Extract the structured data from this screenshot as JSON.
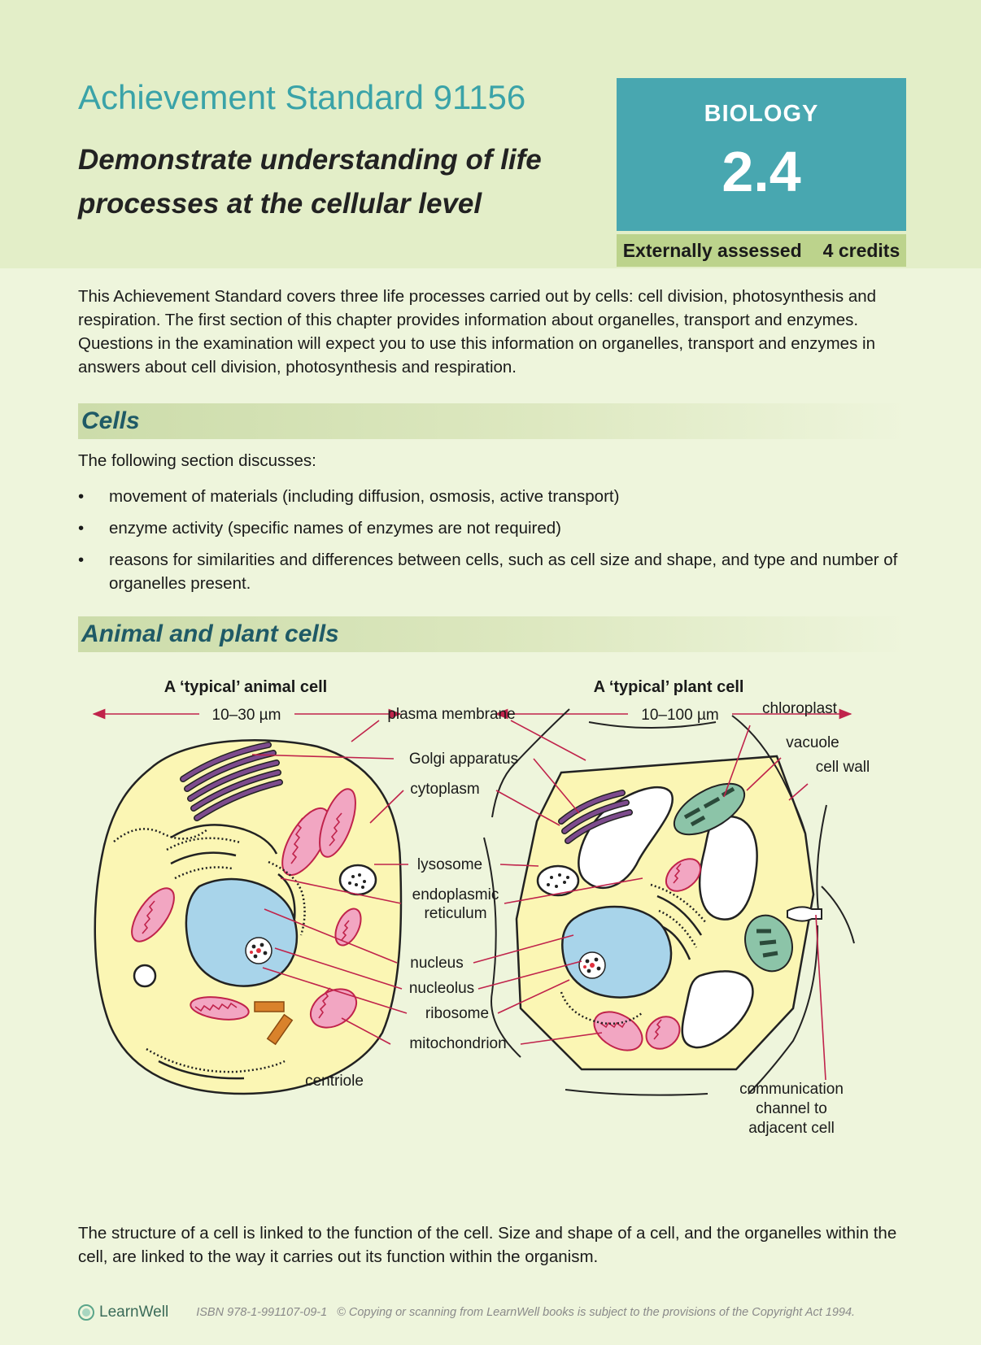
{
  "header": {
    "standard_title": "Achievement Standard 91156",
    "subtitle_line1": "Demonstrate understanding of life",
    "subtitle_line2": "processes at the cellular level",
    "subject": "BIOLOGY",
    "standard_number": "2.4",
    "assessment": "Externally assessed",
    "credits": "4 credits"
  },
  "intro": "This Achievement Standard covers three life processes carried out by cells: cell division, photosynthesis and respiration. The first section of this chapter provides information about organelles, transport and enzymes. Questions in the examination will expect you to use this information on organelles, transport and enzymes in answers about cell division, photosynthesis and respiration.",
  "cells_section": {
    "heading": "Cells",
    "lead": "The following section discusses:",
    "bullets": [
      "movement of materials (including diffusion, osmosis, active transport)",
      "enzyme activity (specific names of enzymes are not required)",
      "reasons for similarities and differences between cells, such as cell size and shape, and type and number of organelles present."
    ]
  },
  "animal_plant_section": {
    "heading": "Animal and plant cells"
  },
  "diagram": {
    "animal_title": "A ‘typical’ animal cell",
    "animal_size": "10–30 µm",
    "plant_title": "A ‘typical’ plant cell",
    "plant_size": "10–100 µm",
    "labels": {
      "plasma_membrane": "plasma membrane",
      "golgi": "Golgi apparatus",
      "cytoplasm": "cytoplasm",
      "lysosome": "lysosome",
      "er_line1": "endoplasmic",
      "er_line2": "reticulum",
      "nucleus": "nucleus",
      "nucleolus": "nucleolus",
      "ribosome": "ribosome",
      "mitochondrion": "mitochondrion",
      "centriole": "centriole",
      "chloroplast": "chloroplast",
      "vacuole": "vacuole",
      "cell_wall": "cell wall",
      "comm_line1": "communication",
      "comm_line2": "channel to",
      "comm_line3": "adjacent cell"
    }
  },
  "closing": "The structure of a cell is linked to the function of the cell. Size and shape of a cell, and the organelles within the cell, are linked to the way it carries out its function within the organism.",
  "footer": {
    "logo_text": "LearnWell",
    "isbn": "ISBN 978-1-991107-09-1",
    "copyright": "© Copying or scanning from LearnWell books is subject to the provisions of the Copyright Act 1994."
  },
  "colors": {
    "teal": "#48a7b0",
    "title_teal": "#3aa3a8",
    "section_text": "#1f5a66",
    "label_line": "#c0234b",
    "cytoplasm": "#fbf6b4",
    "nucleus": "#a8d4ea",
    "golgi": "#7d4b8d",
    "mitochondria": "#f2a6c2",
    "chloroplast": "#8cc4a8"
  }
}
